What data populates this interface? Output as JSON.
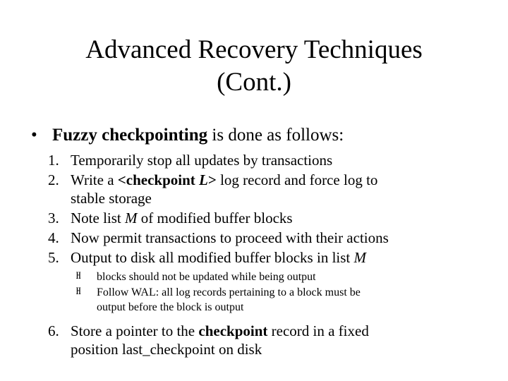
{
  "slide": {
    "background_color": "#ffffff",
    "text_color": "#000000",
    "title": {
      "line1": "Advanced Recovery Techniques",
      "line2": "(Cont.)"
    },
    "bullet_glyph": "•",
    "sub_bullet_glyph": "H",
    "lead_bullet": {
      "bold_text": "Fuzzy checkpointing",
      "rest_text": " is done as follows:"
    },
    "steps": [
      {
        "number": "1.",
        "line1": "Temporarily stop all updates by transactions"
      },
      {
        "number": "2.",
        "pre": "Write a ",
        "bold_open": "<checkpoint ",
        "italic_symbol": "L",
        "bold_close": ">",
        "post": " log record and force log to",
        "line2": "stable storage"
      },
      {
        "number": "3.",
        "pre": "Note list ",
        "italic_symbol": "M",
        "post": " of modified buffer blocks"
      },
      {
        "number": "4.",
        "line1": "Now permit transactions to proceed with their actions"
      },
      {
        "number": "5.",
        "pre": "Output to disk all modified buffer blocks in list ",
        "italic_symbol": "M",
        "post": ""
      },
      {
        "number": "6.",
        "pre": "Store a pointer to the ",
        "bold_text": "checkpoint",
        "post": " record in a fixed",
        "line2_clipped": "position last_checkpoint on disk"
      }
    ],
    "sub_bullets": [
      {
        "line1": "blocks should not be updated while being output"
      },
      {
        "line1": "Follow WAL: all log records pertaining to a block must be",
        "line2": "output before the block is output"
      }
    ]
  }
}
